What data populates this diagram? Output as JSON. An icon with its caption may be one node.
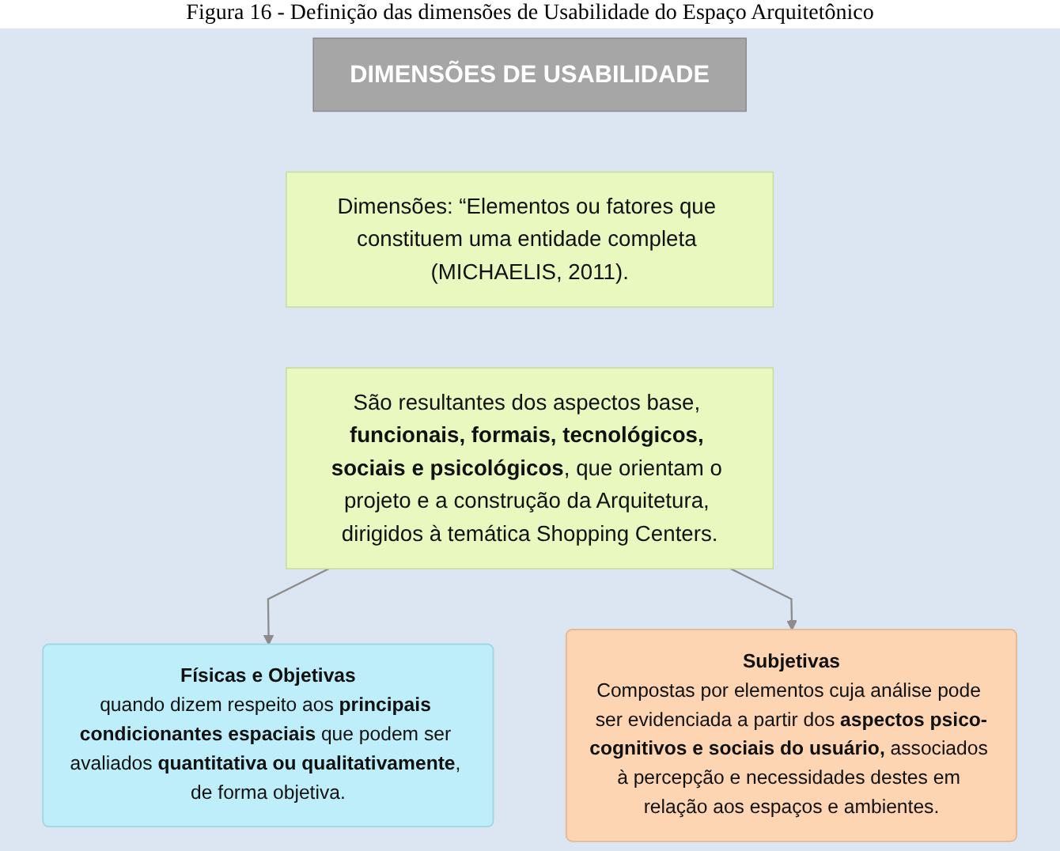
{
  "diagram": {
    "caption": "Figura 16 - Definição das dimensões de Usabilidade do Espaço Arquitetônico",
    "nodes": [
      {
        "text": [
          "DIMENSÕES DE USABILIDADE"
        ]
      },
      {
        "text": [
          "Dimensões: “Elementos ou fatores que constituem uma entidade completa (MICHAELIS, 2011)."
        ]
      },
      {
        "text": [
          "São resultantes dos aspectos base, **funcionais, formais, tecnológicos, sociais e psicológicos**, que orientam o projeto e a construção da Arquitetura, dirigidos à temática Shopping Centers."
        ]
      },
      {
        "text": [
          "Físicas e Objetivas",
          "quando dizem respeito aos **principais condicionantes espaciais** que podem ser avaliados **quantitativa ou qualitativamente**, de forma objetiva."
        ]
      },
      {
        "text": [
          "Subjetivas",
          "Compostas por elementos cuja análise pode ser evidenciada a partir dos **aspectos psico-cognitivos e sociais do usuário,** associados à percepção e necessidades destes em relação aos espaços e ambientes."
        ]
      }
    ],
    "edges": [
      {
        "from": 2,
        "to": 3,
        "arrow": "to"
      },
      {
        "from": 2,
        "to": 4,
        "arrow": "to"
      }
    ]
  }
}
